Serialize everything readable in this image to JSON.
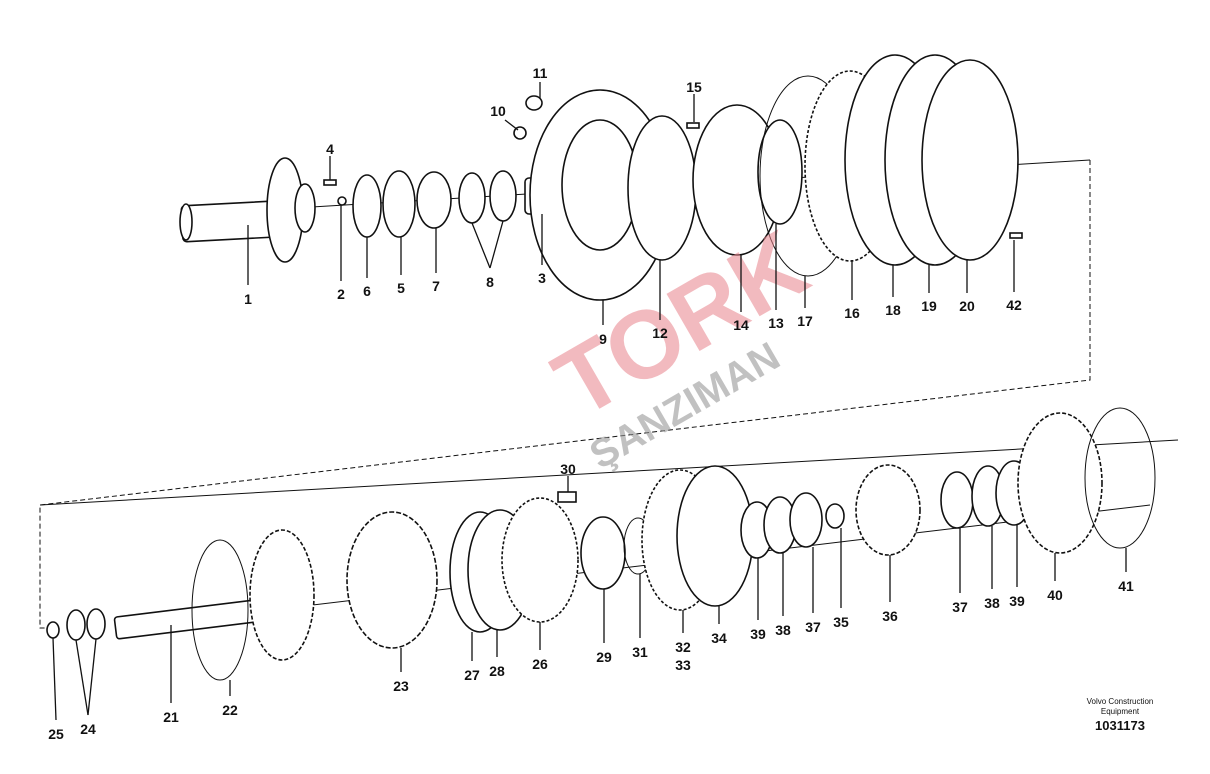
{
  "diagram": {
    "title_credit_line1": "Volvo Construction",
    "title_credit_line2": "Equipment",
    "drawing_number": "1031173",
    "watermark": {
      "brand": "TORK",
      "subtitle": "ŞANZIMAN"
    },
    "top_labels": [
      "11",
      "10",
      "15",
      "4",
      "1",
      "2",
      "6",
      "5",
      "7",
      "8",
      "3",
      "9",
      "12",
      "14",
      "13",
      "17",
      "16",
      "18",
      "19",
      "20",
      "42"
    ],
    "bottom_labels": [
      "30",
      "25",
      "24",
      "21",
      "22",
      "23",
      "27",
      "28",
      "26",
      "29",
      "31",
      "32",
      "33",
      "34",
      "39",
      "38",
      "37",
      "35",
      "36",
      "37",
      "38",
      "39",
      "40",
      "41"
    ]
  }
}
